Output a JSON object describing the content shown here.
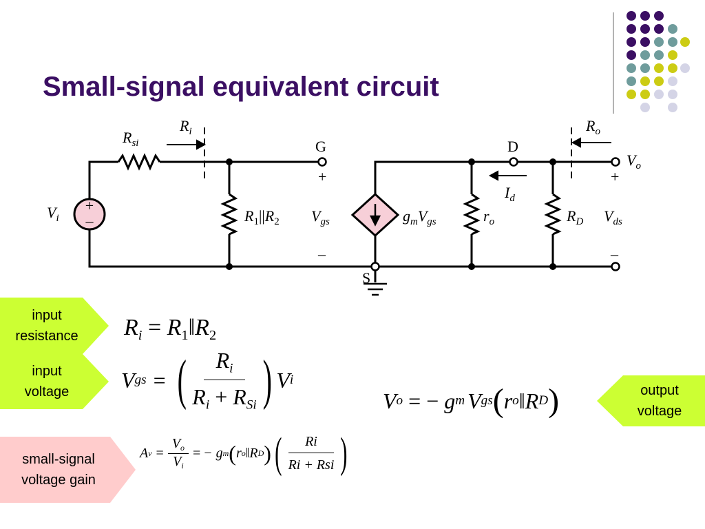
{
  "slide": {
    "title": "Small-signal equivalent circuit",
    "colors": {
      "title": "#3b0f63",
      "green_tag": "#ccff33",
      "pink_tag": "#ffcccc",
      "dot_purple": "#3b0f63",
      "dot_teal": "#6f9c9c",
      "dot_olive": "#cccc14",
      "dot_light": "#d4d4e6"
    }
  },
  "circuit": {
    "labels": {
      "rsi": "R",
      "rsi_sub": "si",
      "ri": "R",
      "ri_sub": "i",
      "g": "G",
      "plus_g": "+",
      "minus_g": "–",
      "vgs": "V",
      "vgs_sub": "gs",
      "vi": "V",
      "vi_sub": "i",
      "r1r2": "R",
      "r1r2_sub1": "1",
      "r1r2_par": "||",
      "r1r2_r2": "R",
      "r1r2_sub2": "2",
      "gmvgs": "g",
      "gmvgs_sub": "m",
      "gmvgs_v": "V",
      "gmvgs_vsub": "gs",
      "d": "D",
      "id": "I",
      "id_sub": "d",
      "ro": "r",
      "ro_sub": "o",
      "rd": "R",
      "rd_sub": "D",
      "vds": "V",
      "vds_sub": "ds",
      "ro_out": "R",
      "ro_out_sub": "o",
      "vo": "V",
      "vo_sub": "o",
      "plus_o": "+",
      "minus_o": "–",
      "s": "S",
      "src_plus": "+",
      "src_minus": "–"
    }
  },
  "tags": {
    "input_resistance": [
      "input",
      "resistance"
    ],
    "input_voltage": [
      "input",
      "voltage"
    ],
    "output_voltage": [
      "output",
      "voltage"
    ],
    "gain": [
      "small-signal",
      "voltage gain"
    ]
  },
  "equations": {
    "ri": {
      "lhs": "R",
      "lhs_sub": "i",
      "eq": "=",
      "r1": "R",
      "r1_sub": "1",
      "par": "‖",
      "r2": "R",
      "r2_sub": "2"
    },
    "vgs": {
      "lhs": "V",
      "lhs_sub": "gs",
      "eq": "=",
      "num": "R",
      "num_sub": "i",
      "den_a": "R",
      "den_a_sub": "i",
      "plus": "+",
      "den_b": "R",
      "den_b_sub": "Si",
      "rhs": "V",
      "rhs_sub": "i"
    },
    "vo": {
      "lhs": "V",
      "lhs_sub": "o",
      "eq": "= −",
      "g": "g",
      "g_sub": "m",
      "v": "V",
      "v_sub": "gs",
      "r": "r",
      "r_sub": "o",
      "par": "‖",
      "rd": "R",
      "rd_sub": "D"
    },
    "av": {
      "lhs": "A",
      "lhs_sub": "v",
      "eq1": "=",
      "num": "V",
      "num_sub": "o",
      "den": "V",
      "den_sub": "i",
      "eq2": "= −",
      "g": "g",
      "g_sub": "m",
      "r": "r",
      "r_sub": "o",
      "par": "‖",
      "rd": "R",
      "rd_sub": "D",
      "fnum": "Ri",
      "fden": "Ri + Rsi"
    }
  }
}
